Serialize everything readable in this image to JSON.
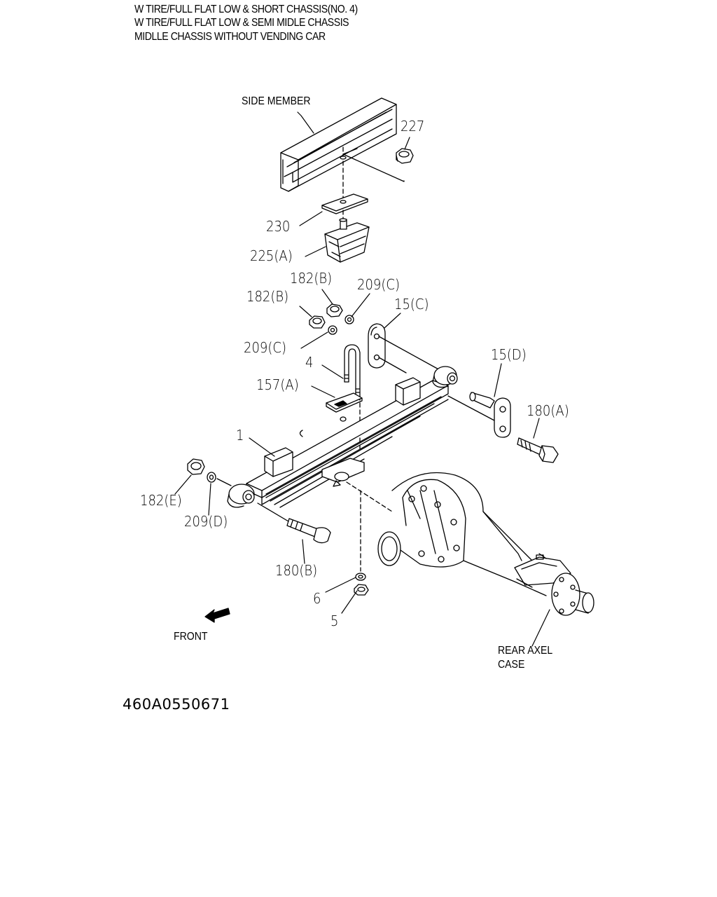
{
  "header": {
    "line1": "W TIRE/FULL FLAT LOW & SHORT CHASSIS(NO. 4)",
    "line2": "W TIRE/FULL FLAT LOW &  SEMI MIDLE CHASSIS",
    "line3": "MIDLLE CHASSIS WITHOUT VENDING CAR"
  },
  "labels": {
    "side_member": "SIDE MEMBER",
    "p227": "227",
    "p230": "230",
    "p225a": "225(A)",
    "p182b_top": "182(B)",
    "p182b_left": "182(B)",
    "p209c_top": "209(C)",
    "p15c": "15(C)",
    "p209c_mid": "209(C)",
    "p4": "4",
    "p15d": "15(D)",
    "p157a": "157(A)",
    "p180a": "180(A)",
    "p1": "1",
    "p182e": "182(E)",
    "p209d": "209(D)",
    "p180b": "180(B)",
    "p6": "6",
    "p5": "5",
    "front": "FRONT",
    "rear_axle_1": "REAR AXEL",
    "rear_axle_2": "CASE"
  },
  "figure_code": "460A0550671"
}
